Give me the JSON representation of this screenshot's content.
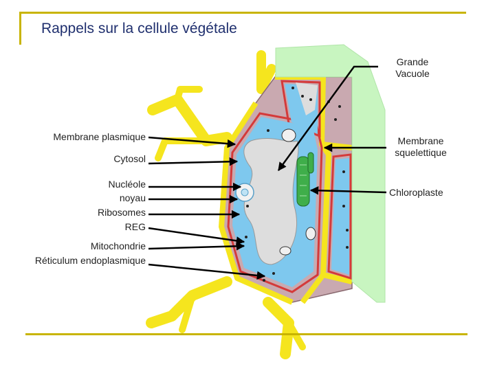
{
  "title": "Rappels sur la cellule végétale",
  "labels": {
    "grande_vacuole_1": "Grande",
    "grande_vacuole_2": "Vacuole",
    "membrane_plasmique": "Membrane plasmique",
    "cytosol": "Cytosol",
    "nucleole": "Nucléole",
    "noyau": "noyau",
    "ribosomes": "Ribosomes",
    "reg": "REG",
    "mitochondrie": "Mitochondrie",
    "reticulum": "Réticulum endoplasmique",
    "membrane_1": "Membrane",
    "squelettique": "squelettique",
    "chloroplaste": "Chloroplaste"
  },
  "colors": {
    "title": "#1f2f6e",
    "accent_line": "#c8b400",
    "cell_wall": "#f5e51e",
    "middle_lamella": "#c9a9b0",
    "membrane": "#d43a3a",
    "cytosol": "#7ec8ee",
    "vacuole": "#dddddd",
    "chloroplast": "#3fae4a",
    "highlight": "#c8f5c0"
  }
}
